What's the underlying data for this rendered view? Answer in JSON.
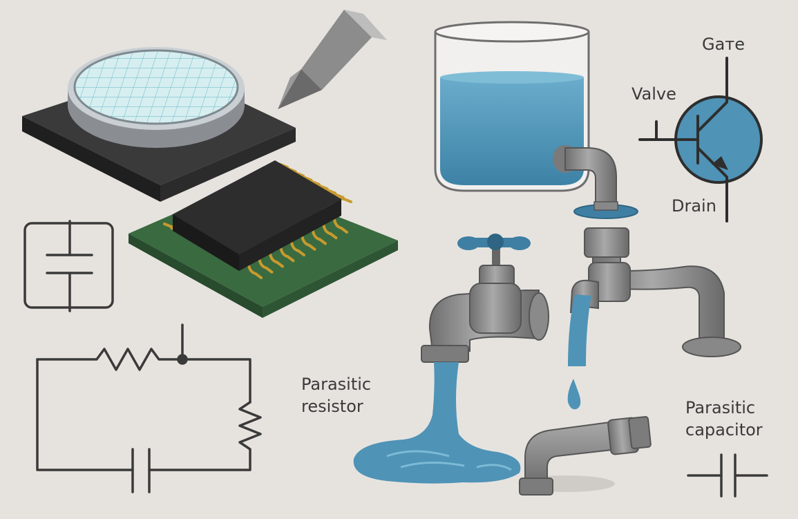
{
  "labels": {
    "gate": "Gaтe",
    "valve": "Valve",
    "drain": "Drain",
    "parasitic_resistor_line1": "Parasitic",
    "parasitic_resistor_line2": "resistor",
    "parasitic_capacitor_line1": "Parasitic",
    "parasitic_capacitor_line2": "capacitor"
  },
  "colors": {
    "background": "#e6e3df",
    "water": "#4f93b6",
    "pipe": "#8b8b8b",
    "chip_body": "#2a2a2a",
    "pcb": "#355b3a",
    "gold_leads": "#c79a2e",
    "line": "#3a3a3a"
  }
}
